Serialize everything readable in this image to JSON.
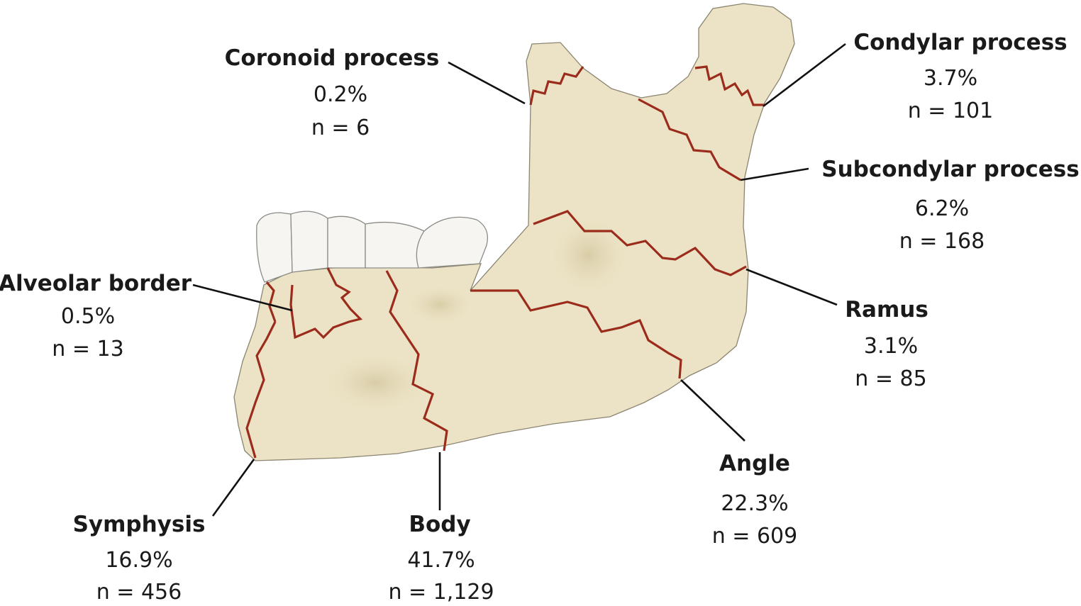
{
  "diagram": {
    "regions": [
      {
        "id": "coronoid",
        "name": "Coronoid process",
        "percent": "0.2%",
        "count": "n = 6"
      },
      {
        "id": "condylar",
        "name": "Condylar process",
        "percent": "3.7%",
        "count": "n = 101"
      },
      {
        "id": "subcondylar",
        "name": "Subcondylar process",
        "percent": "6.2%",
        "count": "n = 168"
      },
      {
        "id": "alveolar",
        "name": "Alveolar border",
        "percent": "0.5%",
        "count": "n = 13"
      },
      {
        "id": "ramus",
        "name": "Ramus",
        "percent": "3.1%",
        "count": "n = 85"
      },
      {
        "id": "angle",
        "name": "Angle",
        "percent": "22.3%",
        "count": "n = 609"
      },
      {
        "id": "symphysis",
        "name": "Symphysis",
        "percent": "16.9%",
        "count": "n = 456"
      },
      {
        "id": "body",
        "name": "Body",
        "percent": "41.7%",
        "count": "n = 1,129"
      }
    ],
    "colors": {
      "bone": "#ece3c6",
      "fracture": "#9b2c1c",
      "teeth": "#f6f5f1",
      "leader": "#111111"
    }
  }
}
